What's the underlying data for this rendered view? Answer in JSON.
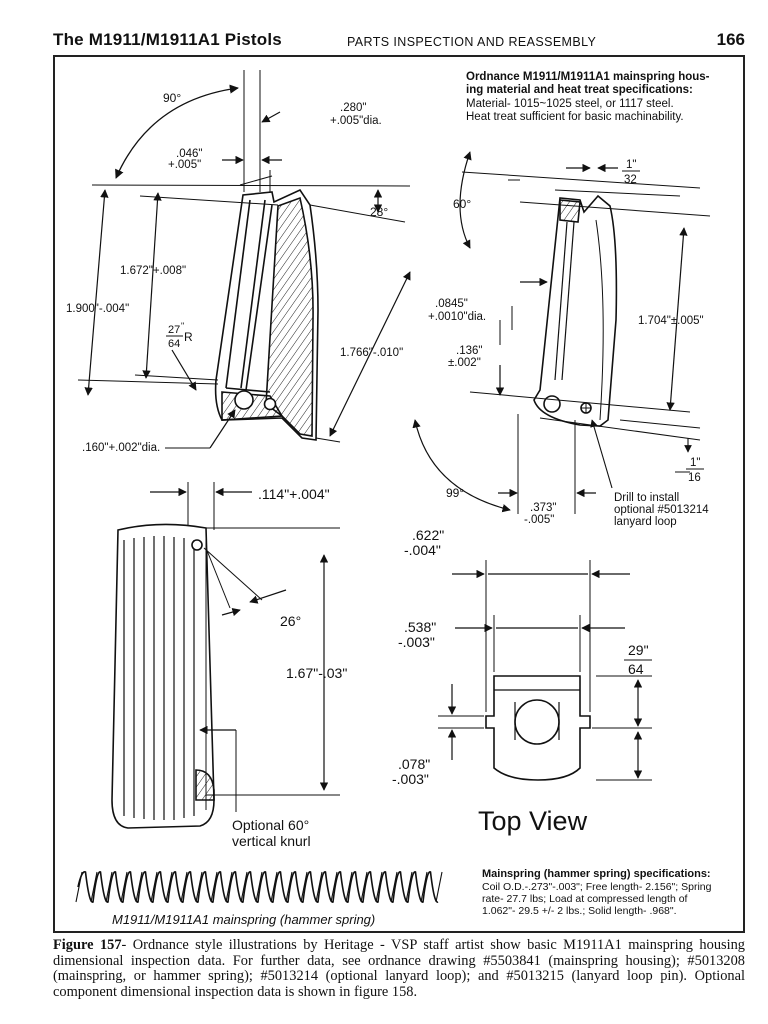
{
  "header": {
    "title": "The  M1911/M1911A1  Pistols",
    "section": "PARTS INSPECTION AND REASSEMBLY",
    "page_number": "166"
  },
  "specs": {
    "housing_title_1": "Ordnance M1911/M1911A1 mainspring hous-",
    "housing_title_2": "ing material and heat treat specifications:",
    "housing_line_1": "Material- 1015~1025 steel, or 1117 steel.",
    "housing_line_2": "Heat treat sufficient for basic machinability.",
    "spring_title": "Mainspring (hammer spring) specifications:",
    "spring_line_1": "Coil O.D.-.273\"-.003\"; Free length- 2.156\"; Spring",
    "spring_line_2": "rate- 27.7 lbs; Load at compressed length of",
    "spring_line_3": "1.062\"- 29.5 +/- 2 lbs.; Solid length- .968\"."
  },
  "dims": {
    "angle_90": "90°",
    "dia_280": ".280\"",
    "dia_280_tol": "+.005\"dia.",
    "d_046": ".046\"",
    "d_046_tol": "+.005\"",
    "angle_28": "28°",
    "d_1672": "1.672\"+.008\"",
    "d_1900": "1.900\"-.004\"",
    "r_27_num": "27",
    "r_27_sup": "\"",
    "r_27_den": "64",
    "r_27_r": "R",
    "d_1766": "1.766\"-.010\"",
    "d_160": ".160\"+.002\"dia.",
    "angle_60": "60°",
    "frac_1_num": "1\"",
    "frac_1_den": "32",
    "d_0845": ".0845\"",
    "d_0845_tol": "+.0010\"dia.",
    "d_136": ".136\"",
    "d_136_tol": "±.002\"",
    "d_1704": "1.704\"±.005\"",
    "frac_2_num": "1\"",
    "frac_2_den": "16",
    "angle_99": "99°",
    "d_373": ".373\"",
    "d_373_tol": "-.005\"",
    "drill_1": "Drill to install",
    "drill_2": "optional #5013214",
    "drill_3": "lanyard loop",
    "d_114": ".114\"+.004\"",
    "angle_26": "26°",
    "d_167": "1.67\"-.03\"",
    "knurl_1": "Optional 60°",
    "knurl_2": "vertical knurl",
    "d_622": ".622\"",
    "d_622_tol": "-.004\"",
    "d_538": ".538\"",
    "d_538_tol": "-.003\"",
    "frac_3_num": "29\"",
    "frac_3_den": "64",
    "d_078": ".078\"",
    "d_078_tol": "-.003\"",
    "top_view": "Top View",
    "spring_label": "M1911/M1911A1 mainspring (hammer spring)"
  },
  "caption": {
    "label": "Figure 157",
    "text": "- Ordnance style illustrations by Heritage - VSP staff artist show basic M1911A1 mainspring housing dimensional inspection data. For further data, see ordnance drawing #5503841 (mainspring housing); #5013208 (mainspring, or hammer spring); #5013214 (optional lanyard loop); and #5013215 (lanyard loop pin). Optional component dimensional inspection data is shown in figure 158."
  }
}
